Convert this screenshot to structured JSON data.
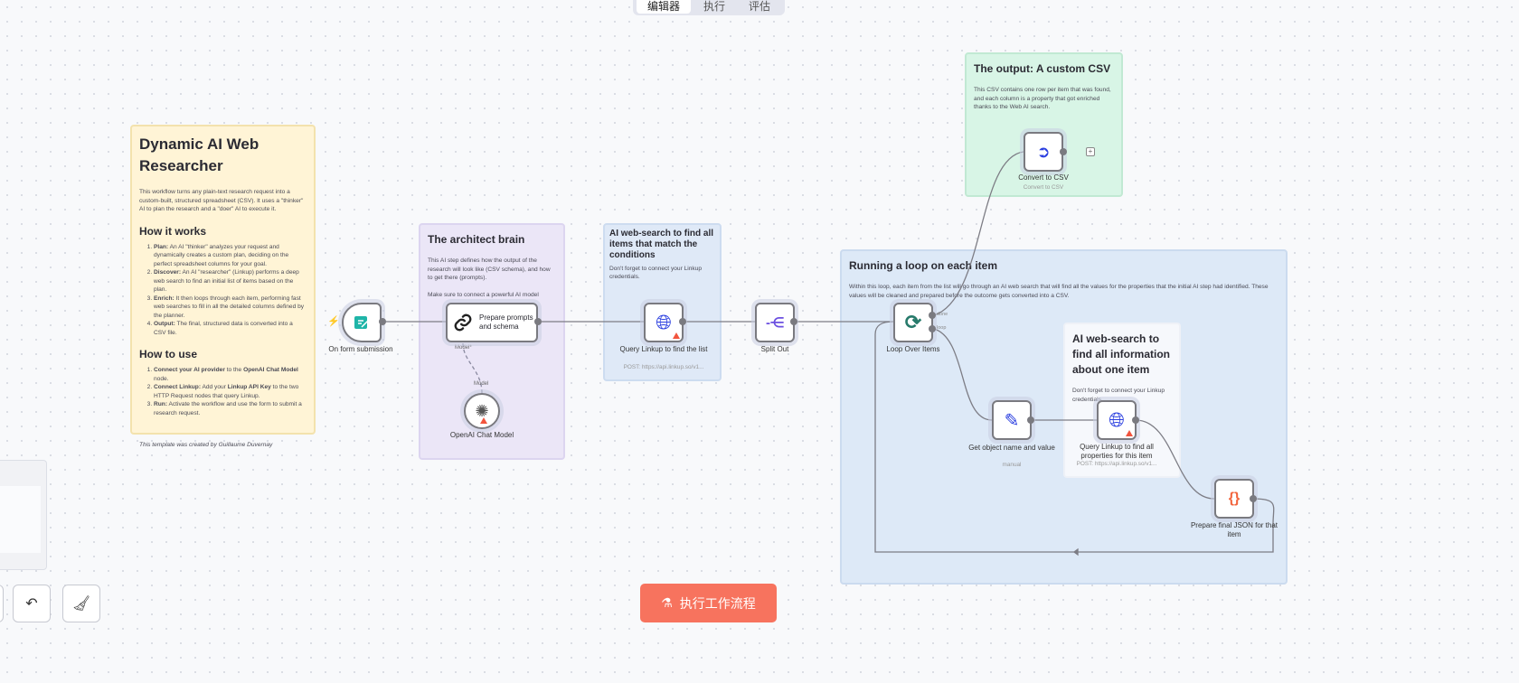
{
  "tabs": [
    {
      "label": "编辑器",
      "active": true
    },
    {
      "label": "执行"
    },
    {
      "label": "评估"
    }
  ],
  "notes": {
    "intro": {
      "title": "Dynamic AI Web Researcher",
      "desc": "This workflow turns any plain-text research request into a custom-built, structured spreadsheet (CSV). It uses a \"thinker\" AI to plan the research and a \"doer\" AI to execute it.",
      "how_works_title": "How it works",
      "how_works": [
        {
          "b": "Plan:",
          "t": " An AI \"thinker\" analyzes your request and dynamically creates a custom plan, deciding on the perfect spreadsheet columns for your goal."
        },
        {
          "b": "Discover:",
          "t": " An AI \"researcher\" (Linkup) performs a deep web search to find an initial list of items based on the plan."
        },
        {
          "b": "Enrich:",
          "t": " It then loops through each item, performing fast web searches to fill in all the detailed columns defined by the planner."
        },
        {
          "b": "Output:",
          "t": " The final, structured data is converted into a CSV file."
        }
      ],
      "how_use_title": "How to use",
      "how_use": [
        {
          "b": "Connect your AI provider",
          "t": " to the ",
          "b2": "OpenAI Chat Model",
          "t2": " node."
        },
        {
          "b": "Connect Linkup:",
          "t": " Add your ",
          "b2": "Linkup API Key",
          "t2": " to the two HTTP Request nodes that query Linkup."
        },
        {
          "b": "Run:",
          "t": " Activate the workflow and use the form to submit a research request.",
          "b2": "",
          "t2": ""
        }
      ],
      "credit": "This template was created by Guillaume Duvernay"
    },
    "architect": {
      "title": "The architect brain",
      "p1": "This AI step defines how the output of the research will look like (CSV schema), and how to get there (prompts).",
      "p2": "Make sure to connect a powerful AI model"
    },
    "search_list": {
      "title": "AI web-search to find all items that match the conditions",
      "p": "Don't forget to connect your Linkup credentials."
    },
    "output": {
      "title": "The output: A custom CSV",
      "p": "This CSV contains one row per item that was found, and each column is a property that got enriched thanks to the Web AI search."
    },
    "loop": {
      "title": "Running a loop on each item",
      "p": "Within this loop, each item from the list will go through an AI web search that will find all the values for the properties that the initial AI step had identified. These values will be cleaned and prepared before the outcome gets converted into a CSV."
    },
    "search_item": {
      "title": "AI web-search to find all information about one item",
      "p": "Don't forget to connect your Linkup credentials."
    }
  },
  "nodes": {
    "form": {
      "label": "On form submission"
    },
    "prepare": {
      "label": "Prepare prompts and schema",
      "port_label": "Model*"
    },
    "openai": {
      "label": "OpenAI Chat Model",
      "port_label": "Model"
    },
    "query_list": {
      "label": "Query Linkup to find the list",
      "sub": "POST: https://api.linkup.so/v1..."
    },
    "split": {
      "label": "Split Out"
    },
    "loop": {
      "label": "Loop Over Items",
      "out_done": "done",
      "out_loop": "loop"
    },
    "csv": {
      "label": "Convert to CSV",
      "sub": "Convert to CSV"
    },
    "getobj": {
      "label": "Get object name and value",
      "sub": "manual"
    },
    "query_item": {
      "label": "Query Linkup to find all properties for this item",
      "sub": "POST: https://api.linkup.so/v1..."
    },
    "final": {
      "label": "Prepare final JSON for that item"
    }
  },
  "execute_button": "执行工作流程",
  "colors": {
    "accent": "#f7735e",
    "intro_note": "#fff4d6",
    "architect_note": "#ebe6f7",
    "blue_note": "#dde9f7",
    "output_note": "#d8f5e6"
  }
}
